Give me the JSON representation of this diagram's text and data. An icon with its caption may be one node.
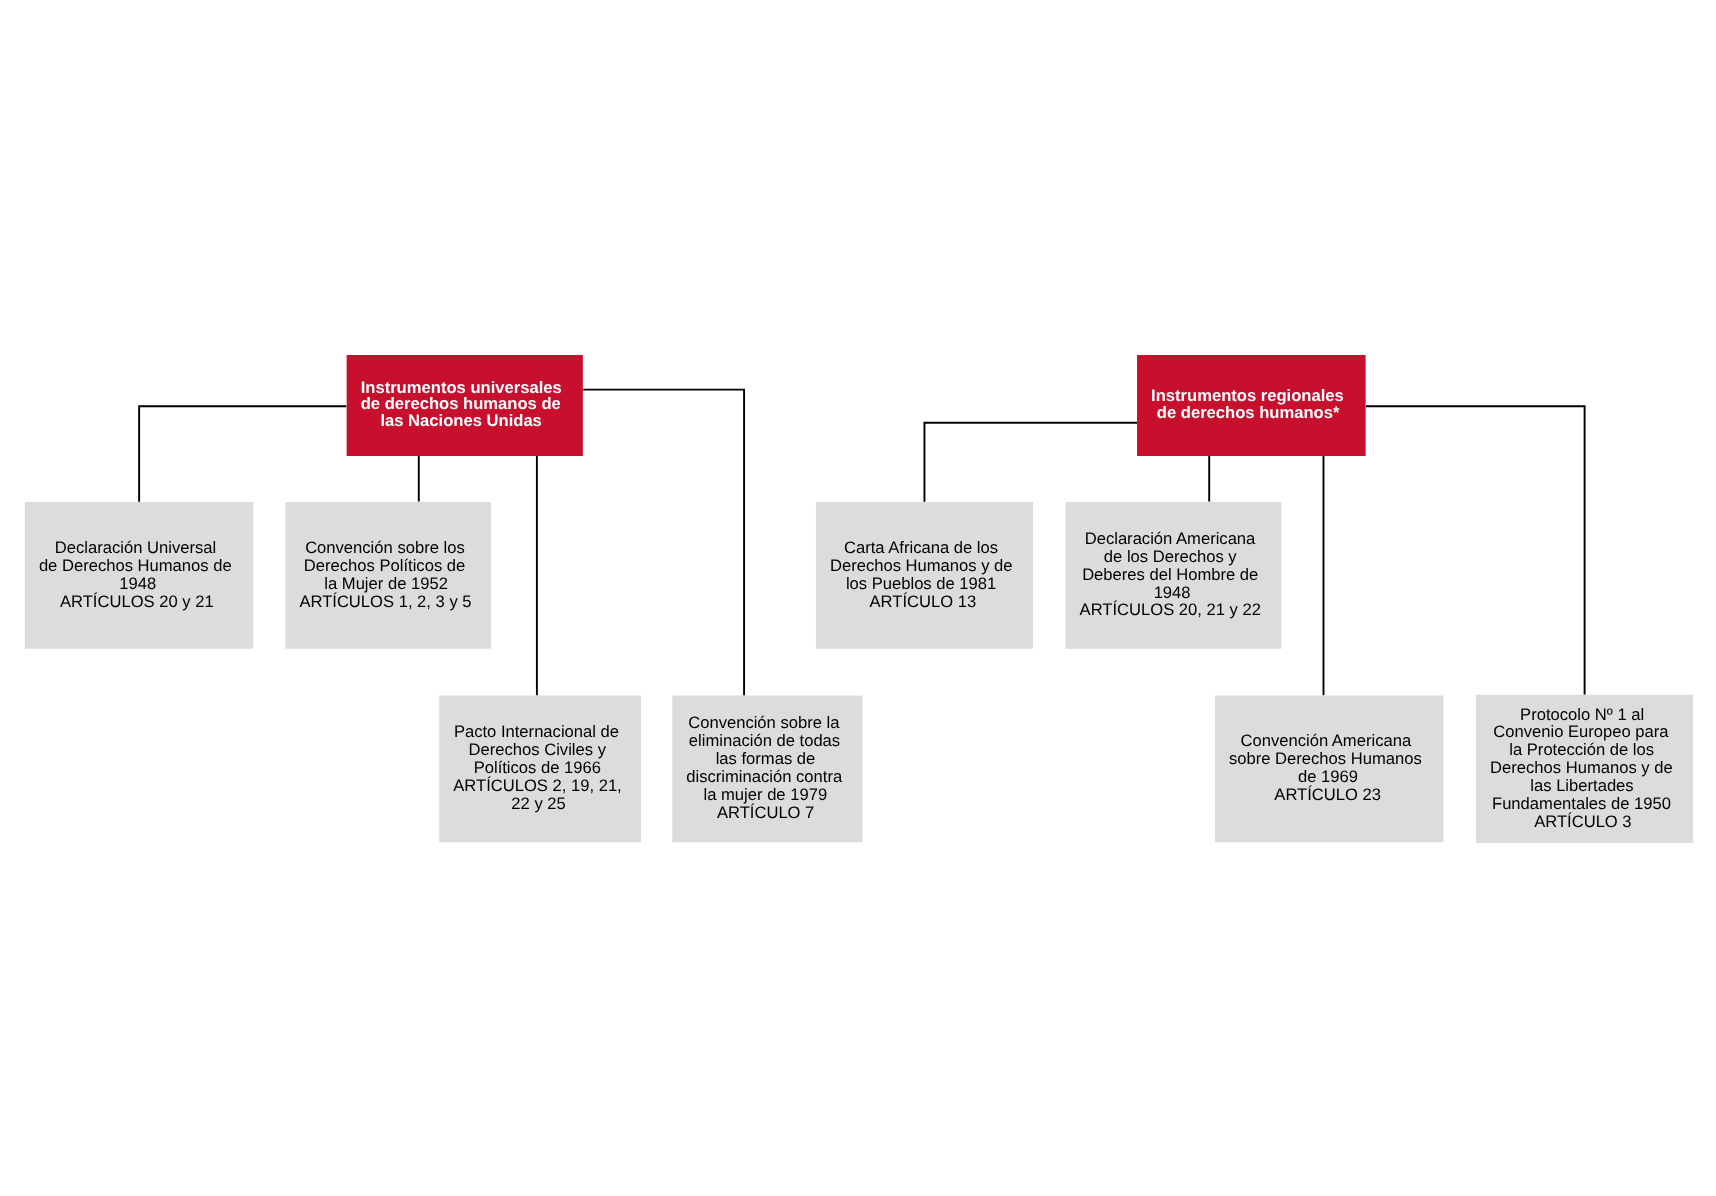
{
  "diagram": {
    "nodes": [
      {
        "text": [
          "Instrumentos universales de derechos humanos de las Naciones Unidas"
        ]
      },
      {
        "text": [
          "Declaración Universal de Derechos Humanos de 1948",
          "ARTÍCULOS 20 y 21"
        ]
      },
      {
        "text": [
          "Convención sobre los Derechos Políticos de la Mujer de 1952",
          "ARTÍCULOS 1, 2, 3 y 5"
        ]
      },
      {
        "text": [
          "Pacto Internacional de Derechos Civiles y Políticos de 1966",
          "ARTÍCULOS 2, 19, 21, 22 y 25"
        ]
      },
      {
        "text": [
          "Convención sobre la eliminación de todas las formas de discriminación contra la mujer de 1979",
          "ARTÍCULO 7"
        ]
      },
      {
        "text": [
          "Instrumentos regionales de derechos humanos*"
        ]
      },
      {
        "text": [
          "Carta Africana de los Derechos Humanos y de los Pueblos de 1981",
          "ARTÍCULO 13"
        ]
      },
      {
        "text": [
          "Declaración Americana de los Derechos y Deberes del Hombre de 1948",
          "ARTÍCULOS 20, 21 y 22"
        ]
      },
      {
        "text": [
          "Convención Americana sobre Derechos Humanos de 1969",
          "ARTÍCULO 23"
        ]
      },
      {
        "text": [
          "Protocolo Nº 1 al Convenio Europeo para la Protección de los Derechos Humanos y de las Libertades Fundamentales de 1950",
          "ARTÍCULO 3"
        ]
      }
    ],
    "edges": [
      {
        "from": 0,
        "to": 1,
        "arrow": "none"
      },
      {
        "from": 0,
        "to": 2,
        "arrow": "none"
      },
      {
        "from": 0,
        "to": 3,
        "arrow": "none"
      },
      {
        "from": 0,
        "to": 4,
        "arrow": "none"
      },
      {
        "from": 5,
        "to": 6,
        "arrow": "none"
      },
      {
        "from": 5,
        "to": 7,
        "arrow": "none"
      },
      {
        "from": 5,
        "to": 8,
        "arrow": "none"
      },
      {
        "from": 5,
        "to": 9,
        "arrow": "none"
      }
    ]
  }
}
